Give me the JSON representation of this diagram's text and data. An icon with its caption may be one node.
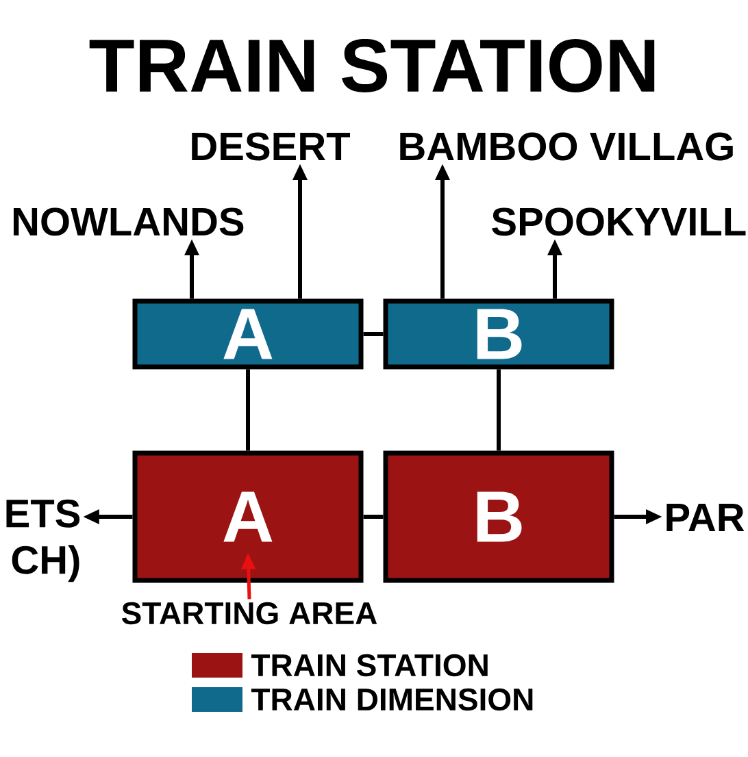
{
  "diagram": {
    "title": "TRAIN STATION",
    "nodes": [
      {
        "text": [
          "A"
        ]
      },
      {
        "text": [
          "B"
        ]
      },
      {
        "text": [
          "A"
        ]
      },
      {
        "text": [
          "B"
        ]
      },
      {
        "text": [
          "NOWLANDS"
        ]
      },
      {
        "text": [
          "DESERT"
        ]
      },
      {
        "text": [
          "BAMBOO VILLAG"
        ]
      },
      {
        "text": [
          "SPOOKYVILL"
        ]
      },
      {
        "text": [
          "ETS CH)"
        ]
      },
      {
        "text": [
          "PAR"
        ]
      },
      {
        "text": [
          "STARTING AREA"
        ]
      }
    ],
    "edges": [
      {
        "from": 0,
        "to": 1,
        "arrow": "none"
      },
      {
        "from": 0,
        "to": 2,
        "arrow": "none"
      },
      {
        "from": 1,
        "to": 3,
        "arrow": "none"
      },
      {
        "from": 2,
        "to": 3,
        "arrow": "none"
      },
      {
        "from": 0,
        "to": 4,
        "arrow": "to"
      },
      {
        "from": 0,
        "to": 5,
        "arrow": "to"
      },
      {
        "from": 1,
        "to": 6,
        "arrow": "to"
      },
      {
        "from": 1,
        "to": 7,
        "arrow": "to"
      },
      {
        "from": 2,
        "to": 8,
        "arrow": "to"
      },
      {
        "from": 3,
        "to": 9,
        "arrow": "to"
      },
      {
        "from": 10,
        "to": 2,
        "arrow": "to",
        "color": "#e81010"
      }
    ],
    "legend": [
      {
        "text": "TRAIN STATION",
        "color": "#9b1313"
      },
      {
        "text": "TRAIN DIMENSION",
        "color": "#0f6a8c"
      }
    ]
  }
}
